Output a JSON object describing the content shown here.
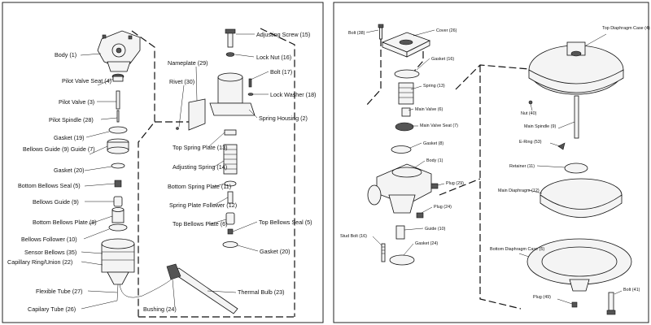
{
  "left_panel": {
    "labels": {
      "body": "Body (1)",
      "pilot_valve_seat": "Pilot Valve Seat (4)",
      "pilot_valve": "Pilot Valve (3)",
      "pilot_spindle": "Pilot Spindle (28)",
      "gasket19": "Gasket (19)",
      "bellows_guide": "Bellows Guide (9) Guide (7)",
      "gasket20a": "Gasket (20)",
      "bottom_bellows_seal": "Bottom Bellows Seal (5)",
      "bellows_guide9": "Bellows Guide (9)",
      "bottom_bellows_plate": "Bottom Bellows Plate (8)",
      "bellows_follower": "Bellows Follower (10)",
      "sensor_bellows": "Sensor Bellows (35)",
      "capillary_ring": "Capillary Ring/Union (22)",
      "flexible_tube": "Flexible Tube (27)",
      "capilary_tube": "Capilary Tube (26)",
      "bushing": "Bushing (24)",
      "thermal_bulb": "Thermal Bulb (23)",
      "nameplate": "Nameplate (29)",
      "rivet": "Rivet (30)",
      "adjusting_screw": "Adjusting Screw (15)",
      "lock_nut": "Lock Nut (16)",
      "bolt17": "Bolt (17)",
      "lock_washer": "Lock Washer (18)",
      "spring_housing": "Spring Housing (2)",
      "top_spring_plate": "Top Spring Plate (13)",
      "adjusting_spring": "Adjusting Spring (14)",
      "bottom_spring_plate": "Bottom Spring Plate (11)",
      "spring_plate_follower": "Spring Plate Follower (12)",
      "top_bellows_plate": "Top Bellows Plate (6)",
      "top_bellows_seal": "Top Bellows Seal (5)",
      "gasket20b": "Gasket (20)"
    }
  },
  "right_panel": {
    "labels": {
      "bolt38": "Bolt (38)",
      "cover": "Cover (26)",
      "gasket16": "Gasket (16)",
      "spring13": "Spring (13)",
      "main_valve": "Main Valve (6)",
      "main_valve_seat": "Main Valve Seat (7)",
      "gasket8": "Gasket (8)",
      "body1": "Body (1)",
      "plug29": "Plug (29)",
      "plug24": "Plug (24)",
      "guide10": "Guide (10)",
      "stud_bolt": "Stud Bolt (16)",
      "gasket24": "Gasket (24)",
      "top_diaphragm_case": "Top Diaphragm Case (4)",
      "nut40": "Nut (40)",
      "main_spindle": "Main Spindle (9)",
      "e_ring": "E-Ring (53)",
      "retainer": "Retainer (11)",
      "main_diaphragm": "Main Diaphragm (12)",
      "bottom_diaphragm_case": "Bottom Diaphragm Case (5)",
      "plug49": "Plug (49)",
      "bolt41": "Bolt (41)"
    }
  }
}
